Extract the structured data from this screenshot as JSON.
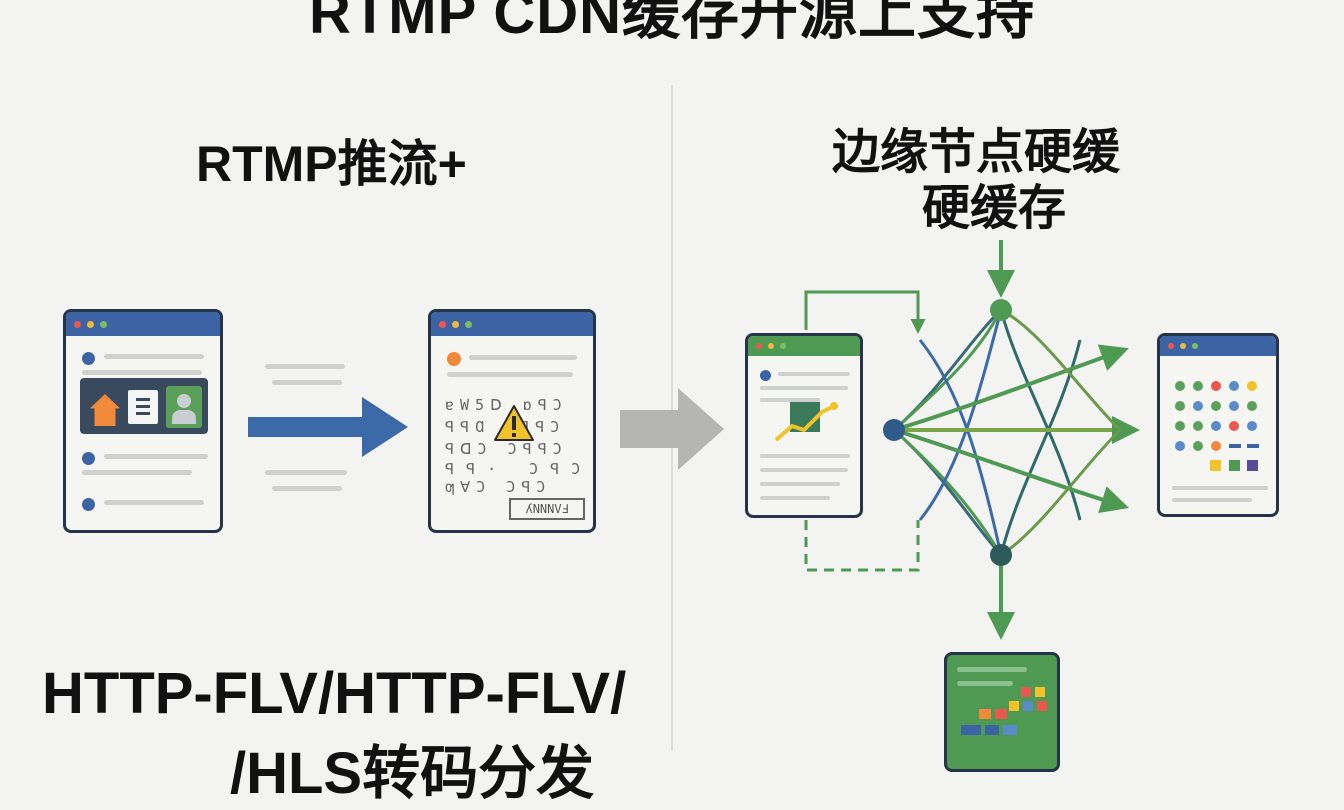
{
  "title": "RTMP CDN缓存升源上支持",
  "left": {
    "heading": "RTMP推流+",
    "bottom_line1": "HTTP-FLV/HTTP-FLV/",
    "bottom_line2": "/HLS转码分发",
    "noise_rows": [
      "ɐW5Ⅾ  ɒꟼƆ",
      "ꟼꟼⱭ  ƆꟼꟼƆ",
      "ꟼꓷƆ  ƆꟼꟼƆ",
      "ꟼꟼ·   ƆꟼƆ",
      "ƣꓯƆ  ƆꟼƆ"
    ],
    "stamp_text": "ʎNNNVℲ"
  },
  "right": {
    "heading_line1": "边缘节点硬缓",
    "heading_line2": "硬缓存"
  },
  "colors": {
    "navy": "#26344a",
    "blue": "#3c64a4",
    "green": "#4f9a52",
    "arrow_blue": "#3c6aa8",
    "arrow_gray": "#b5b5b3",
    "warning": "#f3c12a"
  }
}
